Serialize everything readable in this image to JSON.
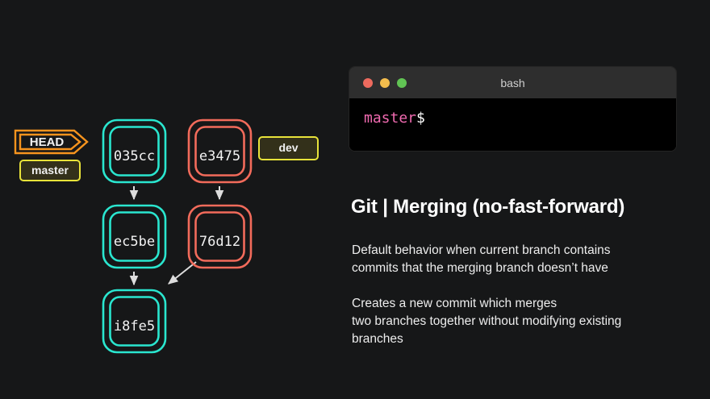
{
  "theme": {
    "background": "#161718",
    "master_color": "#2ae6cf",
    "dev_color": "#f26b5b",
    "head_color": "#f7941e",
    "branch_badge_border": "#e8e33a",
    "branch_badge_fill": "#33301a",
    "arrow_color": "#dddddd",
    "text_color": "#ededed"
  },
  "graph": {
    "head_badge": {
      "label": "HEAD"
    },
    "branch_badges": [
      {
        "label": "master",
        "name": "master-branch-badge"
      },
      {
        "label": "dev",
        "name": "dev-branch-badge"
      }
    ],
    "commits": [
      {
        "id": "035cc",
        "branch": "master"
      },
      {
        "id": "e3475",
        "branch": "dev"
      },
      {
        "id": "ec5be",
        "branch": "master"
      },
      {
        "id": "76d12",
        "branch": "dev"
      },
      {
        "id": "i8fe5",
        "branch": "master"
      }
    ]
  },
  "terminal": {
    "title": "bash",
    "buttons": [
      "close",
      "minimize",
      "maximize"
    ],
    "prompt_branch": "master",
    "prompt_sigil": "$"
  },
  "content": {
    "heading": "Git | Merging (no-fast-forward)",
    "paragraph1_line1": "Default behavior when current branch contains",
    "paragraph1_line2": "commits that the merging branch doesn’t have",
    "paragraph2_line1": "Creates a new commit which merges",
    "paragraph2_line2": "two branches together without modifying existing",
    "paragraph2_line3": "branches"
  }
}
